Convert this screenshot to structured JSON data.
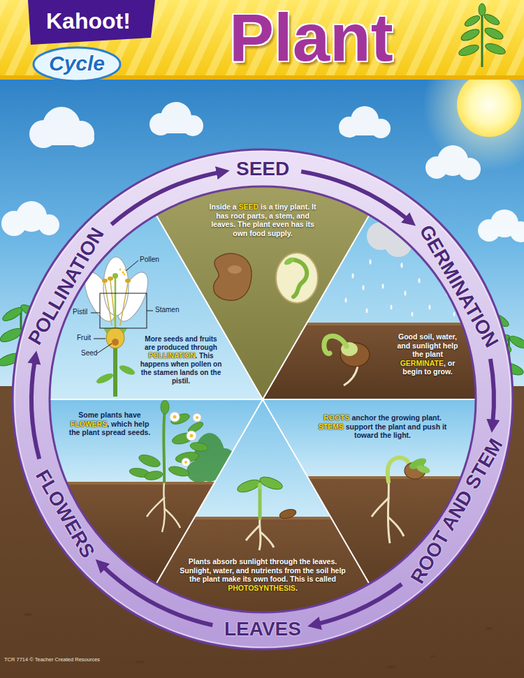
{
  "diagram": {
    "title": "Plant",
    "nodes": [
      {
        "text": [
          "SEED",
          "Inside a SEED is a tiny plant. It has root parts, a stem, and leaves. The plant even has its own food supply."
        ]
      },
      {
        "text": [
          "GERMINATION",
          "Good soil, water, and sunlight help the plant GERMINATE, or begin to grow."
        ]
      },
      {
        "text": [
          "ROOT AND STEM",
          "ROOTS anchor the growing plant. STEMS support the plant and push it toward the light."
        ]
      },
      {
        "text": [
          "LEAVES",
          "Plants absorb sunlight through the leaves. Sunlight, water, and nutrients from the soil help the plant make its own food. This is called PHOTOSYNTHESIS."
        ]
      },
      {
        "text": [
          "FLOWERS",
          "Some plants have FLOWERS, which help the plant spread seeds."
        ]
      },
      {
        "text": [
          "POLLINATION",
          "More seeds and fruits are produced through POLLINATION. This happens when pollen on the stamen lands on the pistil."
        ]
      }
    ],
    "edges": [
      {
        "from": 0,
        "to": 1,
        "arrow": "to"
      },
      {
        "from": 1,
        "to": 2,
        "arrow": "to"
      },
      {
        "from": 2,
        "to": 3,
        "arrow": "to"
      },
      {
        "from": 3,
        "to": 4,
        "arrow": "to"
      },
      {
        "from": 4,
        "to": 5,
        "arrow": "to"
      },
      {
        "from": 5,
        "to": 0,
        "arrow": "to"
      }
    ],
    "labels": [
      "Kahoot!",
      "Cycle",
      "Pollen",
      "Stamen",
      "Pistil",
      "Fruit",
      "Seed",
      "TCR 7714 © Teacher Created Resources"
    ]
  }
}
